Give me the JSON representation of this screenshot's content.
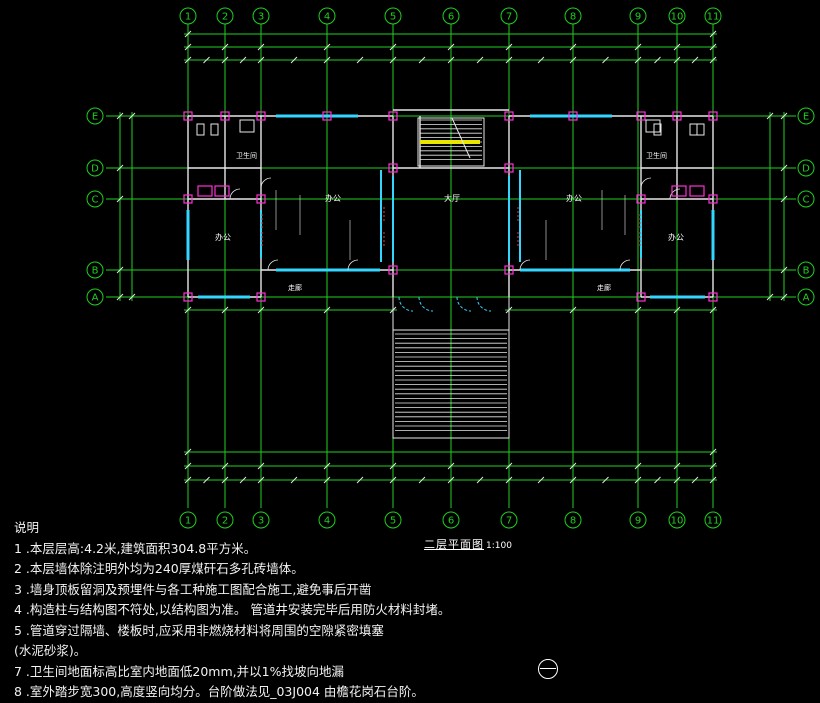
{
  "axes_x": [
    "1",
    "2",
    "3",
    "4",
    "5",
    "6",
    "7",
    "8",
    "9",
    "10",
    "11"
  ],
  "axes_y": [
    "E",
    "D",
    "C",
    "B",
    "A"
  ],
  "rooms": {
    "office_left": "办公",
    "office_lower_left": "办公",
    "hall": "大厅",
    "office_right": "办公",
    "office_lower_right": "办公",
    "toilet_left": "卫生间",
    "toilet_right": "卫生间",
    "corridor_left": "走廊",
    "corridor_right": "走廊"
  },
  "drawing_title": "二层平面图",
  "drawing_scale": "1:100",
  "notes_title": "说明",
  "notes": [
    "1 .本层层高:4.2米,建筑面积304.8平方米。",
    "2 .本层墙体除注明外均为240厚煤矸石多孔砖墙体。",
    "3 .墙身顶板留洞及预埋件与各工种施工图配合施工,避免事后开凿",
    "4 .构造柱与结构图不符处,以结构图为准。        管道井安装完毕后用防火材料封堵。",
    "5 .管道穿过隔墙、楼板时,应采用非燃烧材料将周围的空隙紧密填塞",
    "      (水泥砂浆)。",
    "7 .卫生间地面标高比室内地面低20mm,并以1%找坡向地漏",
    "8 .室外踏步宽300,高度竖向均分。台阶做法见_03J004       由檐花岗石台阶。"
  ]
}
